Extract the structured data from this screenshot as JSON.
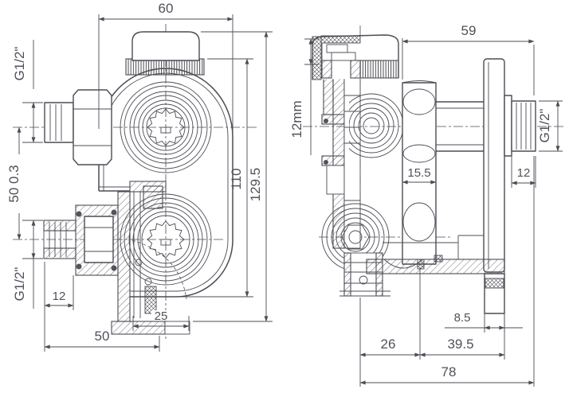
{
  "front_view": {
    "dim_width": "60",
    "dim_inlet_thread_top": "G1/2\"",
    "dim_inlet_spacing": "50 0.3",
    "dim_inlet_thread_bottom": "G1/2\"",
    "dim_thread_length": "12",
    "dim_outlet_offset": "25",
    "dim_inlet_reach": "50",
    "dim_height_body": "110",
    "dim_height_total": "129.5"
  },
  "side_view": {
    "dim_depth": "59",
    "dim_cap_height": "12mm",
    "dim_port_width": "15.5",
    "dim_thread_length": "12",
    "dim_outlet_thread": "G1/2\"",
    "dim_spout_width": "8.5",
    "dim_offset_rear": "26",
    "dim_offset_front": "39.5",
    "dim_depth_total": "78"
  },
  "colors": {
    "line": "#4c4c54",
    "text": "#50505a",
    "background": "#ffffff"
  }
}
